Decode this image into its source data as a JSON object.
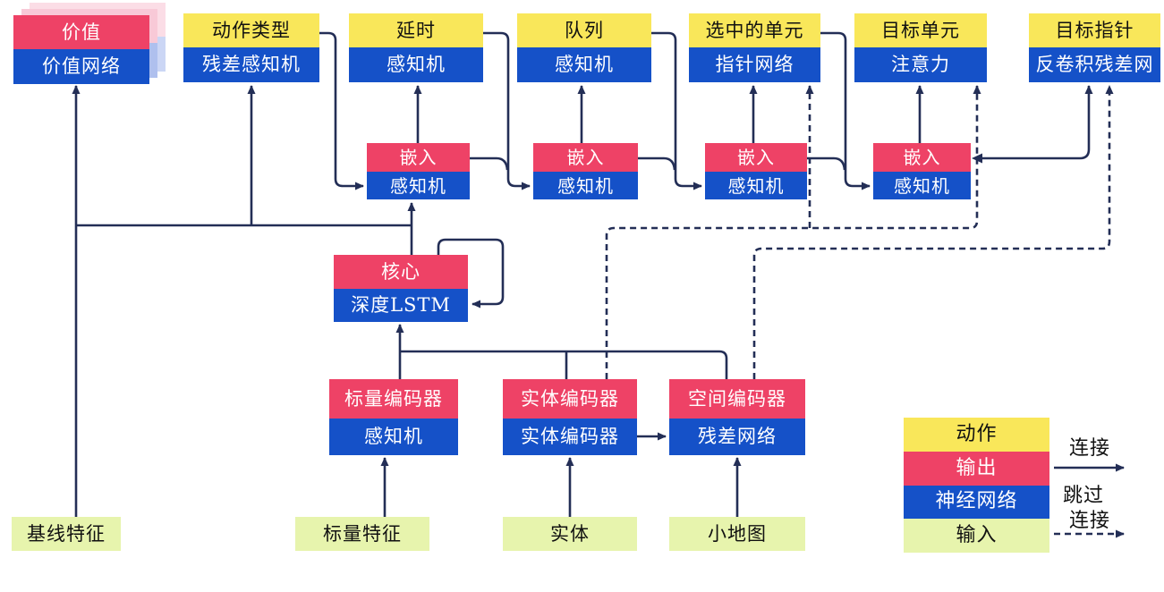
{
  "colors": {
    "yellow": "#F9E75A",
    "red": "#EE4266",
    "blue": "#1551C8",
    "green": "#E7F4AD",
    "line": "#232E56",
    "ghost_pink": "#F8C9D7",
    "ghost_blue": "#AFC0EE",
    "ghost_pink2": "#FBDDE6",
    "ghost_blue2": "#CBD6F5"
  },
  "nodes": {
    "value": {
      "top": "价值",
      "bottom": "价值网络"
    },
    "action_type": {
      "top": "动作类型",
      "bottom": "残差感知机"
    },
    "delay": {
      "top": "延时",
      "bottom": "感知机"
    },
    "queue": {
      "top": "队列",
      "bottom": "感知机"
    },
    "selected_units": {
      "top": "选中的单元",
      "bottom": "指针网络"
    },
    "target_unit": {
      "top": "目标单元",
      "bottom": "注意力"
    },
    "target_pointer": {
      "top": "目标指针",
      "bottom": "反卷积残差网"
    },
    "embed1": {
      "top": "嵌入",
      "bottom": "感知机"
    },
    "embed2": {
      "top": "嵌入",
      "bottom": "感知机"
    },
    "embed3": {
      "top": "嵌入",
      "bottom": "感知机"
    },
    "embed4": {
      "top": "嵌入",
      "bottom": "感知机"
    },
    "core": {
      "top": "核心",
      "bottom": "深度LSTM"
    },
    "scalar_encoder": {
      "top": "标量编码器",
      "bottom": "感知机"
    },
    "entity_encoder": {
      "top": "实体编码器",
      "bottom": "实体编码器"
    },
    "spatial_encoder": {
      "top": "空间编码器",
      "bottom": "残差网络"
    },
    "baseline_features": {
      "label": "基线特征"
    },
    "scalar_features": {
      "label": "标量特征"
    },
    "entities": {
      "label": "实体"
    },
    "minimap": {
      "label": "小地图"
    }
  },
  "legend": {
    "action": "动作",
    "output": "输出",
    "neural_network": "神经网络",
    "input": "输入",
    "solid_arrow_label": "连接",
    "dashed_arrow_label_line1": "跳过",
    "dashed_arrow_label_line2": "连接"
  }
}
